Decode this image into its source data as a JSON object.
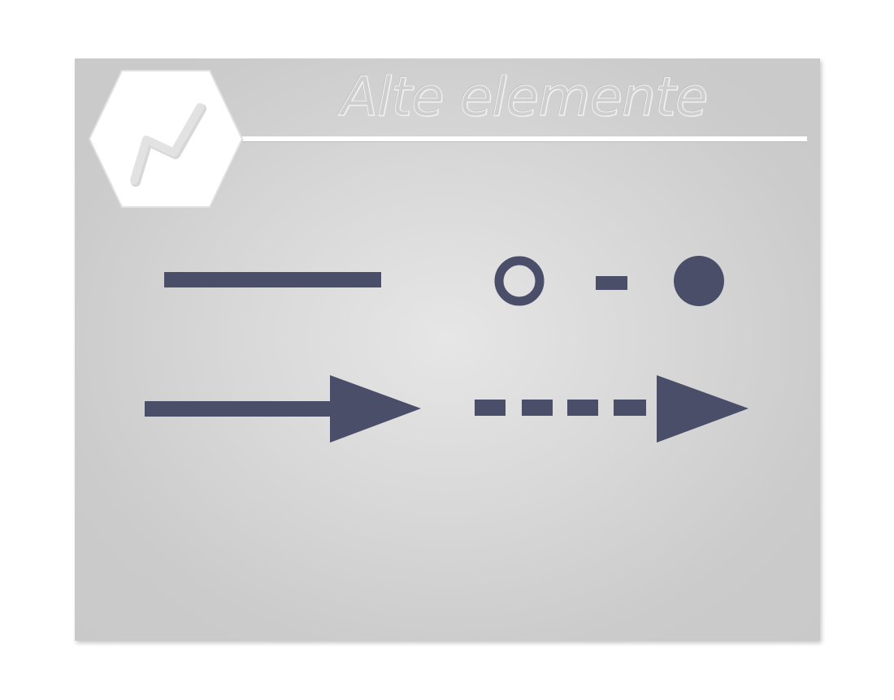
{
  "header": {
    "title": "Alte elemente",
    "logo_icon": "zigzag-line-icon"
  },
  "colors": {
    "shape_fill": "#4a4e69",
    "panel_bg": "#cbcbcb",
    "panel_highlight": "#e6e6e6",
    "accent_white": "#ffffff"
  },
  "elements": [
    {
      "name": "solid-line",
      "icon": "solid-line-icon"
    },
    {
      "name": "circle-dash-dot",
      "icon": "circle-connector-icon"
    },
    {
      "name": "solid-arrow",
      "icon": "arrow-right-icon"
    },
    {
      "name": "dashed-arrow",
      "icon": "dashed-arrow-right-icon"
    }
  ]
}
